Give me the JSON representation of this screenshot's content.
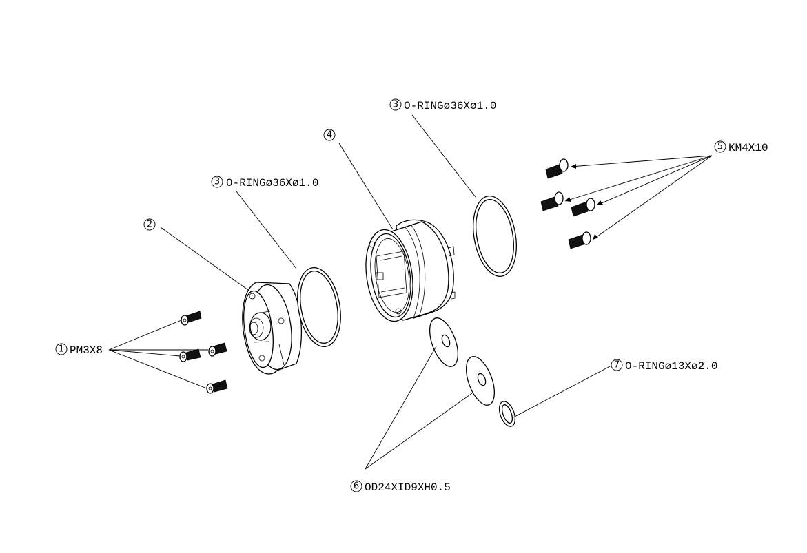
{
  "callouts": [
    {
      "id": "c1",
      "number": "1",
      "text": "PM3X8"
    },
    {
      "id": "c2",
      "number": "2",
      "text": ""
    },
    {
      "id": "c3a",
      "number": "3",
      "text": "O-RINGø36Xø1.0"
    },
    {
      "id": "c3b",
      "number": "3",
      "text": "O-RINGø36Xø1.0"
    },
    {
      "id": "c4",
      "number": "4",
      "text": ""
    },
    {
      "id": "c5",
      "number": "5",
      "text": "KM4X10"
    },
    {
      "id": "c6",
      "number": "6",
      "text": "OD24XID9XH0.5"
    },
    {
      "id": "c7",
      "number": "7",
      "text": "O-RINGø13Xø2.0"
    }
  ]
}
